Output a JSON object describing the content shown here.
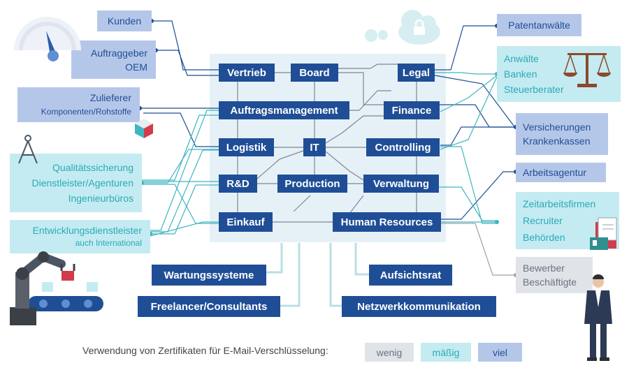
{
  "departments": {
    "vertrieb": "Vertrieb",
    "board": "Board",
    "legal": "Legal",
    "auftragsmanagement": "Auftragsmanagement",
    "finance": "Finance",
    "logistik": "Logistik",
    "it": "IT",
    "controlling": "Controlling",
    "rnd": "R&D",
    "production": "Production",
    "verwaltung": "Verwaltung",
    "einkauf": "Einkauf",
    "human_resources": "Human Resources"
  },
  "left_partners": {
    "kunden": "Kunden",
    "auftraggeber": "Auftraggeber",
    "oem": "OEM",
    "zulieferer": "Zulieferer",
    "zulieferer_sub": "Komponenten/Rohstoffe",
    "qs_1": "Qualitätssicherung",
    "qs_2": "Dienstleister/Agenturen",
    "qs_3": "Ingenieurbüros",
    "entwicklung_1": "Entwicklungsdienstleister",
    "entwicklung_2": "auch International"
  },
  "right_partners": {
    "patent": "Patentanwälte",
    "anwaelte_1": "Anwälte",
    "anwaelte_2": "Banken",
    "anwaelte_3": "Steuerberater",
    "versicherungen_1": "Versicherungen",
    "versicherungen_2": "Krankenkassen",
    "arbeitsagentur": "Arbeitsagentur",
    "zeitarbeit_1": "Zeitarbeitsfirmen",
    "zeitarbeit_2": "Recruiter",
    "zeitarbeit_3": "Behörden",
    "bewerber_1": "Bewerber",
    "bewerber_2": "Beschäftigte"
  },
  "bottom_partners": {
    "wartung": "Wartungssysteme",
    "freelancer": "Freelancer/Consultants",
    "aufsichtsrat": "Aufsichtsrat",
    "netzwerk": "Netzwerkkommunikation"
  },
  "legend": {
    "label": "Verwendung von Zertifikaten für E-Mail-Verschlüsselung:",
    "low": "wenig",
    "medium": "mäßig",
    "high": "viel"
  },
  "colors": {
    "dark_blue": "#1f4e96",
    "mid_blue": "#b5c7e9",
    "cyan": "#c4ebf1",
    "grey": "#e0e3e8",
    "center_bg": "#e6f1f7"
  },
  "icons": [
    "gauge-icon",
    "cloud-lock-icon",
    "cube-icon",
    "compass-icon",
    "scales-icon",
    "robot-arm-icon",
    "document-id-icon",
    "businessman-icon"
  ]
}
